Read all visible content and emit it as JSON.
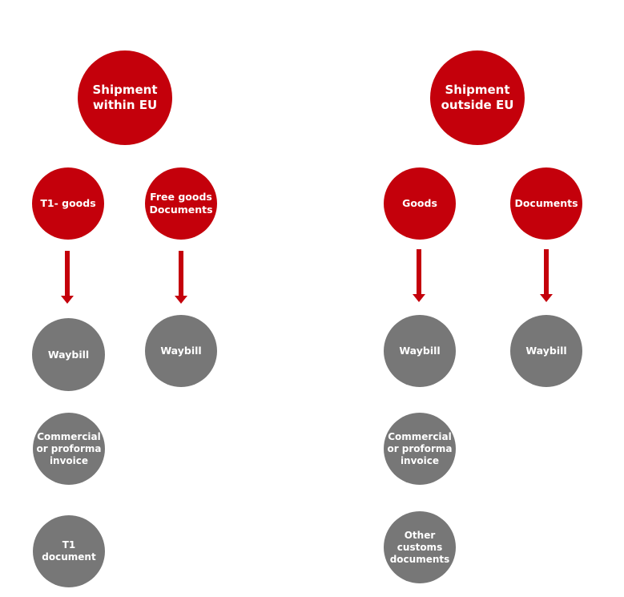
{
  "colors": {
    "category": "#c4000b",
    "document": "#777777",
    "arrow": "#c4000b"
  },
  "diagram": {
    "within_eu": {
      "title": "Shipment\nwithin EU",
      "t1_goods": {
        "label": "T1- goods",
        "docs": [
          "Waybill",
          "Commercial\nor proforma\ninvoice",
          "T1\ndocument"
        ]
      },
      "free_goods": {
        "label": "Free goods\nDocuments",
        "docs": [
          "Waybill"
        ]
      }
    },
    "outside_eu": {
      "title": "Shipment\noutside EU",
      "goods": {
        "label": "Goods",
        "docs": [
          "Waybill",
          "Commercial\nor proforma\ninvoice",
          "Other\ncustoms\ndocuments"
        ]
      },
      "documents": {
        "label": "Documents",
        "docs": [
          "Waybill"
        ]
      }
    }
  }
}
